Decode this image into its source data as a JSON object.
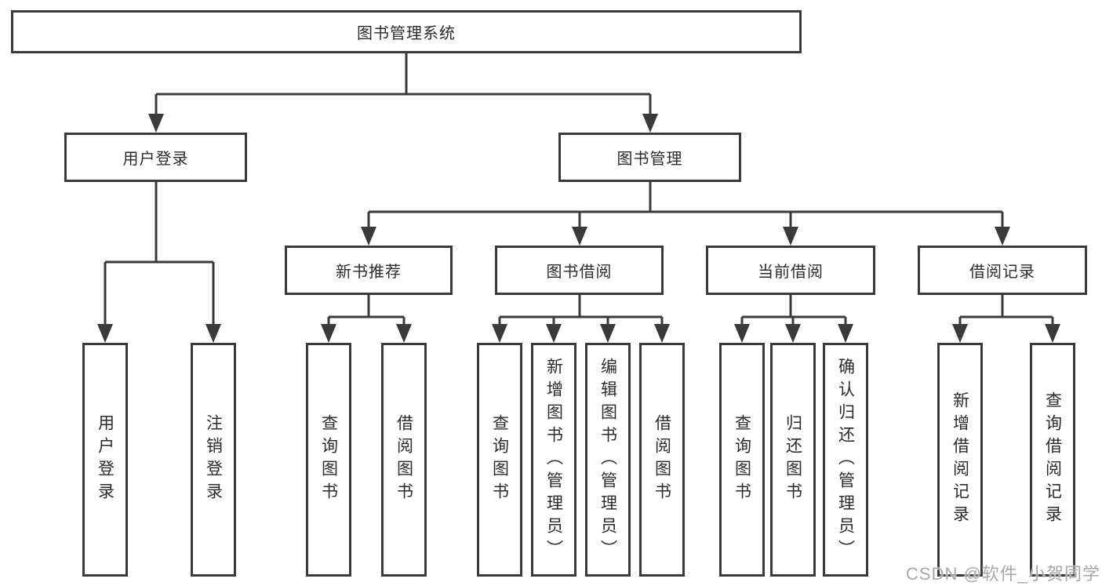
{
  "diagram": {
    "root": {
      "label": "图书管理系统"
    },
    "level2": {
      "user_login": {
        "label": "用户登录"
      },
      "book_management": {
        "label": "图书管理"
      }
    },
    "level3": {
      "new_book_recommend": {
        "label": "新书推荐"
      },
      "book_borrow": {
        "label": "图书借阅"
      },
      "current_borrow": {
        "label": "当前借阅"
      },
      "borrow_records": {
        "label": "借阅记录"
      }
    },
    "leaves": [
      "用户登录",
      "注销登录",
      "查询图书",
      "借阅图书",
      "查询图书",
      "新增图书（管理员）",
      "编辑图书（管理员）",
      "借阅图书",
      "查询图书",
      "归还图书",
      "确认归还（管理员）",
      "新增借阅记录",
      "查询借阅记录"
    ]
  },
  "watermark": "CSDN @软件_小贺同学",
  "colors": {
    "line": "#3a3a3a",
    "text": "#2b2b2b",
    "watermark": "#a8a8a8",
    "background": "#ffffff"
  }
}
